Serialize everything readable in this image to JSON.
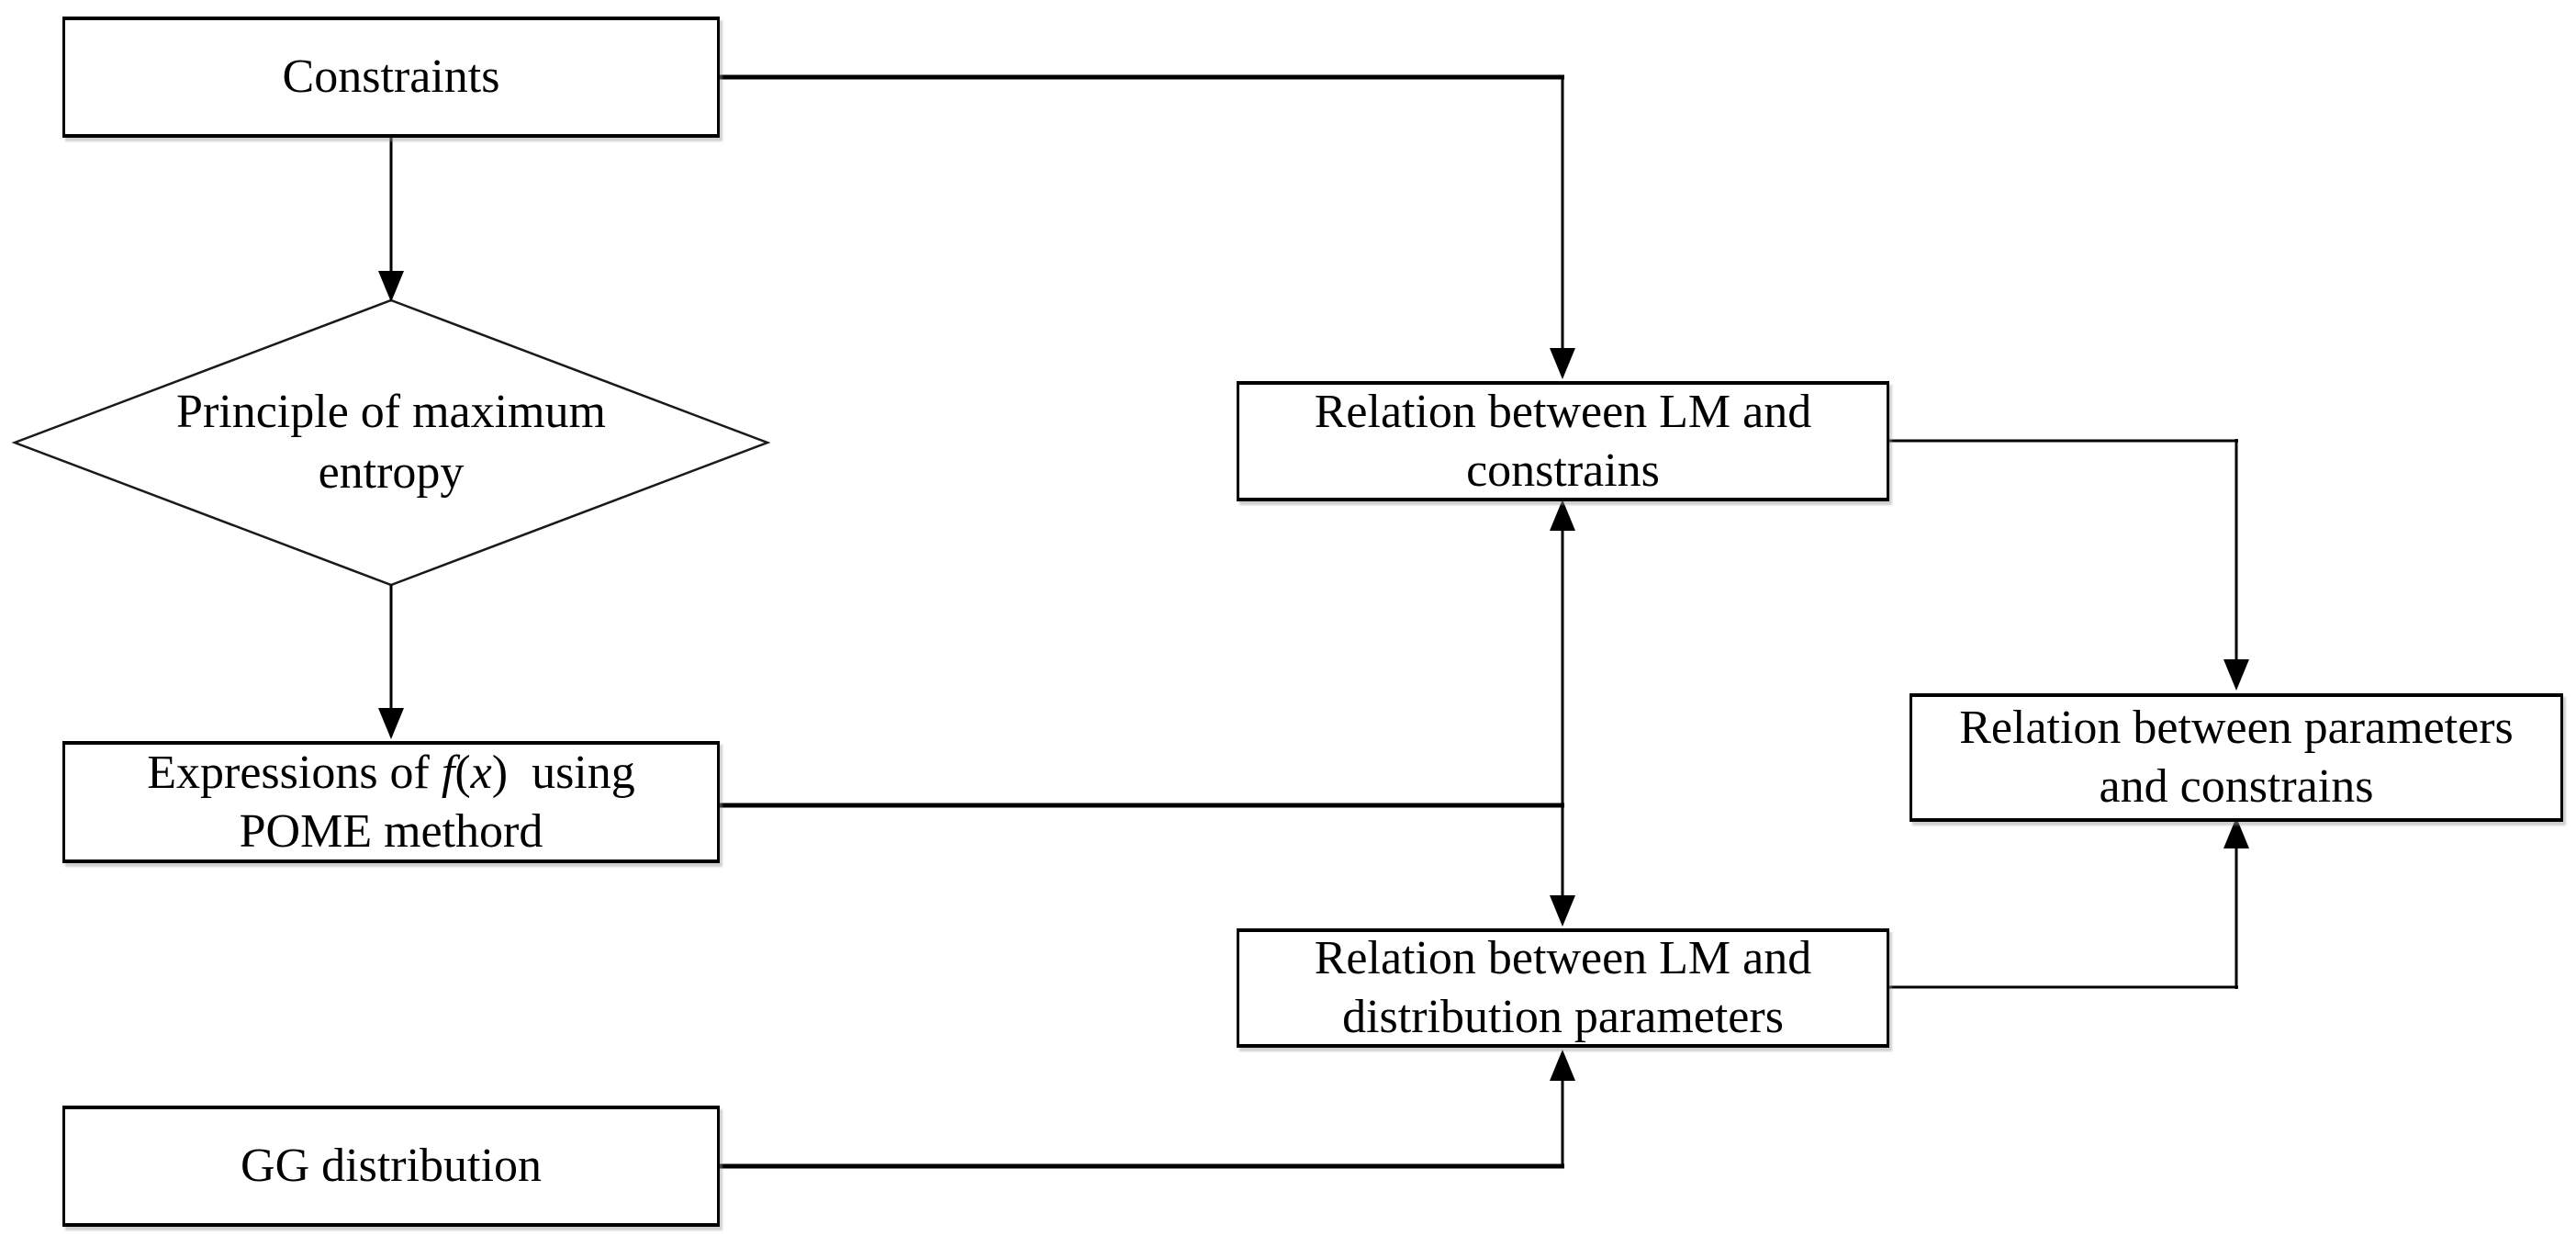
{
  "diagram": {
    "background": "#ffffff",
    "stroke_color": "#000000",
    "nodes": {
      "constraints": {
        "label": "Constraints"
      },
      "principle": {
        "line1": "Principle of maximum",
        "line2": "entropy"
      },
      "expressions": {
        "line1_parts": [
          {
            "text": "Expressions of "
          },
          {
            "text": "f",
            "italic": true
          },
          {
            "text": "("
          },
          {
            "text": "x",
            "italic": true
          },
          {
            "text": ")  using"
          }
        ],
        "line2": "POME methord"
      },
      "gg": {
        "label": "GG distribution"
      },
      "lm_constrains": {
        "line1": "Relation between LM and",
        "line2": "constrains"
      },
      "lm_dist_params": {
        "line1": "Relation between LM and",
        "line2": "distribution parameters"
      },
      "params_constrains": {
        "line1": "Relation between parameters",
        "line2": "and constrains"
      }
    }
  }
}
